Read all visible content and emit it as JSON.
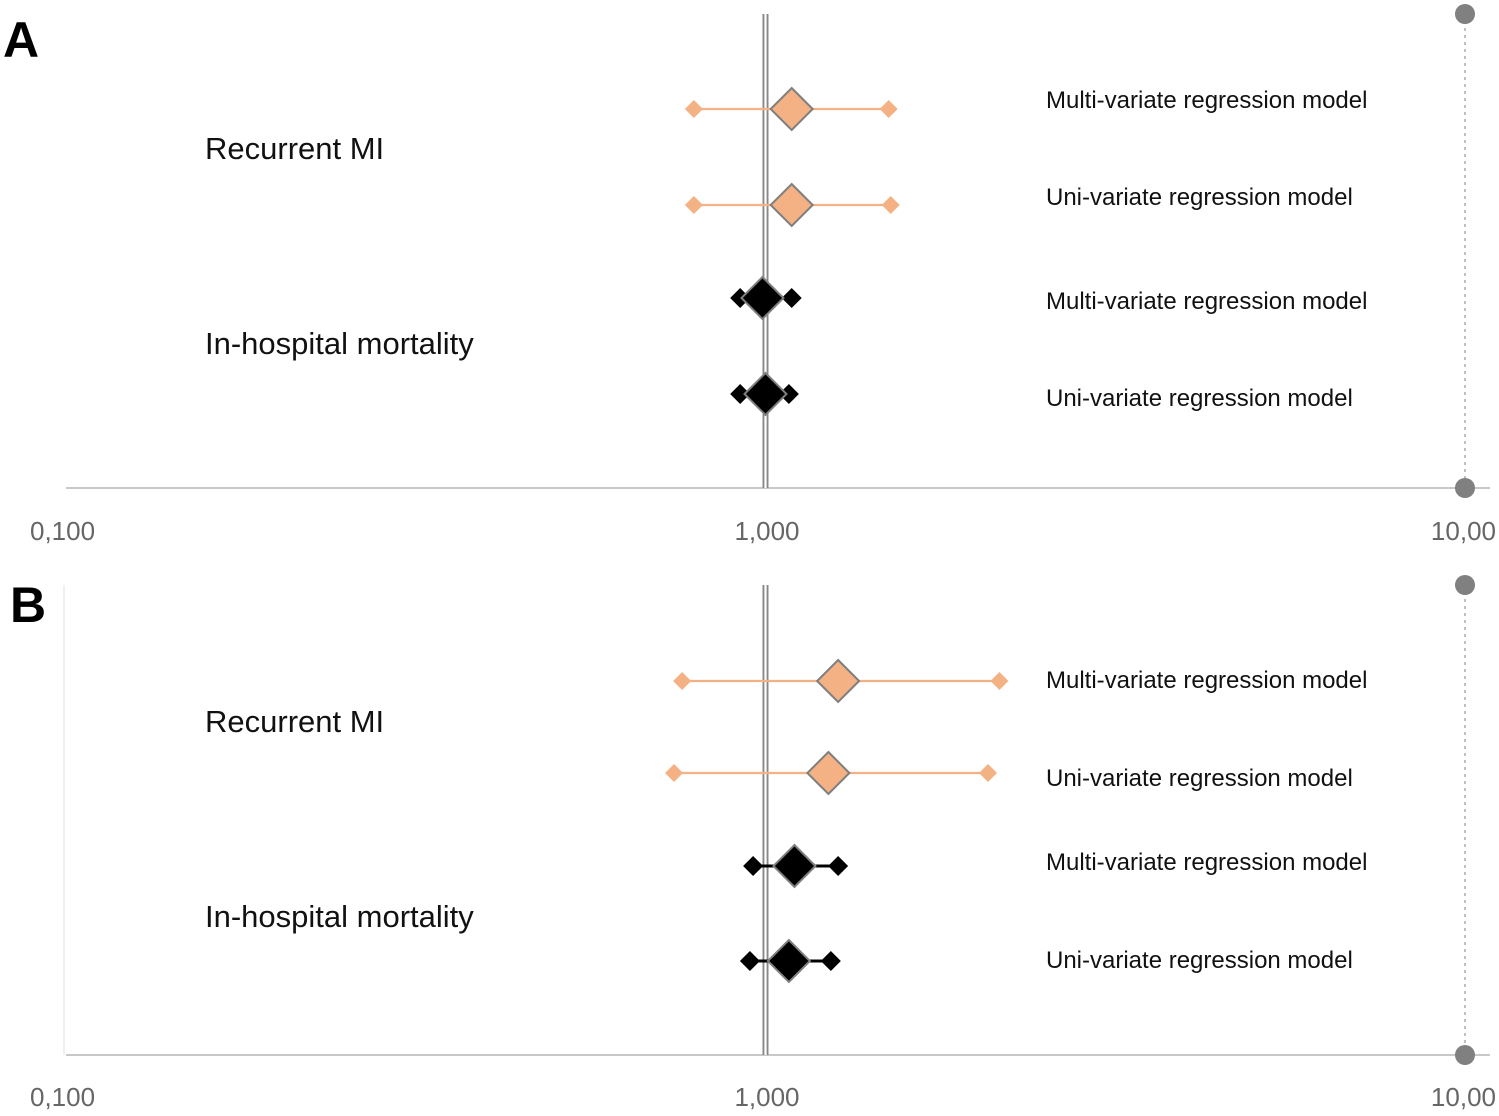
{
  "chart_data": [
    {
      "type": "forest",
      "panel": "A",
      "x_scale": "log",
      "xlim": [
        0.1,
        10
      ],
      "reference_line": 1,
      "x_ticks": [
        "0,100",
        "1,000",
        "10,00"
      ],
      "groups": [
        {
          "label": "Recurrent MI",
          "color": "#f4b183",
          "rows": [
            {
              "label": "Multi-variate regression model",
              "estimate": 1.09,
              "lower": 0.79,
              "upper": 1.5
            },
            {
              "label": "Uni-variate regression model",
              "estimate": 1.09,
              "lower": 0.79,
              "upper": 1.51
            }
          ]
        },
        {
          "label": "In-hospital mortality",
          "color": "#000000",
          "rows": [
            {
              "label": "Multi-variate regression model",
              "estimate": 0.99,
              "lower": 0.92,
              "upper": 1.09
            },
            {
              "label": "Uni-variate regression model",
              "estimate": 1.0,
              "lower": 0.92,
              "upper": 1.08
            }
          ]
        }
      ]
    },
    {
      "type": "forest",
      "panel": "B",
      "x_scale": "log",
      "xlim": [
        0.1,
        10
      ],
      "reference_line": 1,
      "x_ticks": [
        "0,100",
        "1,000",
        "10,00"
      ],
      "groups": [
        {
          "label": "Recurrent MI",
          "color": "#f4b183",
          "rows": [
            {
              "label": "Multi-variate regression model",
              "estimate": 1.27,
              "lower": 0.76,
              "upper": 2.16
            },
            {
              "label": "Uni-variate regression model",
              "estimate": 1.23,
              "lower": 0.74,
              "upper": 2.08
            }
          ]
        },
        {
          "label": "In-hospital mortality",
          "color": "#000000",
          "rows": [
            {
              "label": "Multi-variate regression model",
              "estimate": 1.1,
              "lower": 0.96,
              "upper": 1.27
            },
            {
              "label": "Uni-variate regression model",
              "estimate": 1.08,
              "lower": 0.95,
              "upper": 1.24
            }
          ]
        }
      ]
    }
  ]
}
